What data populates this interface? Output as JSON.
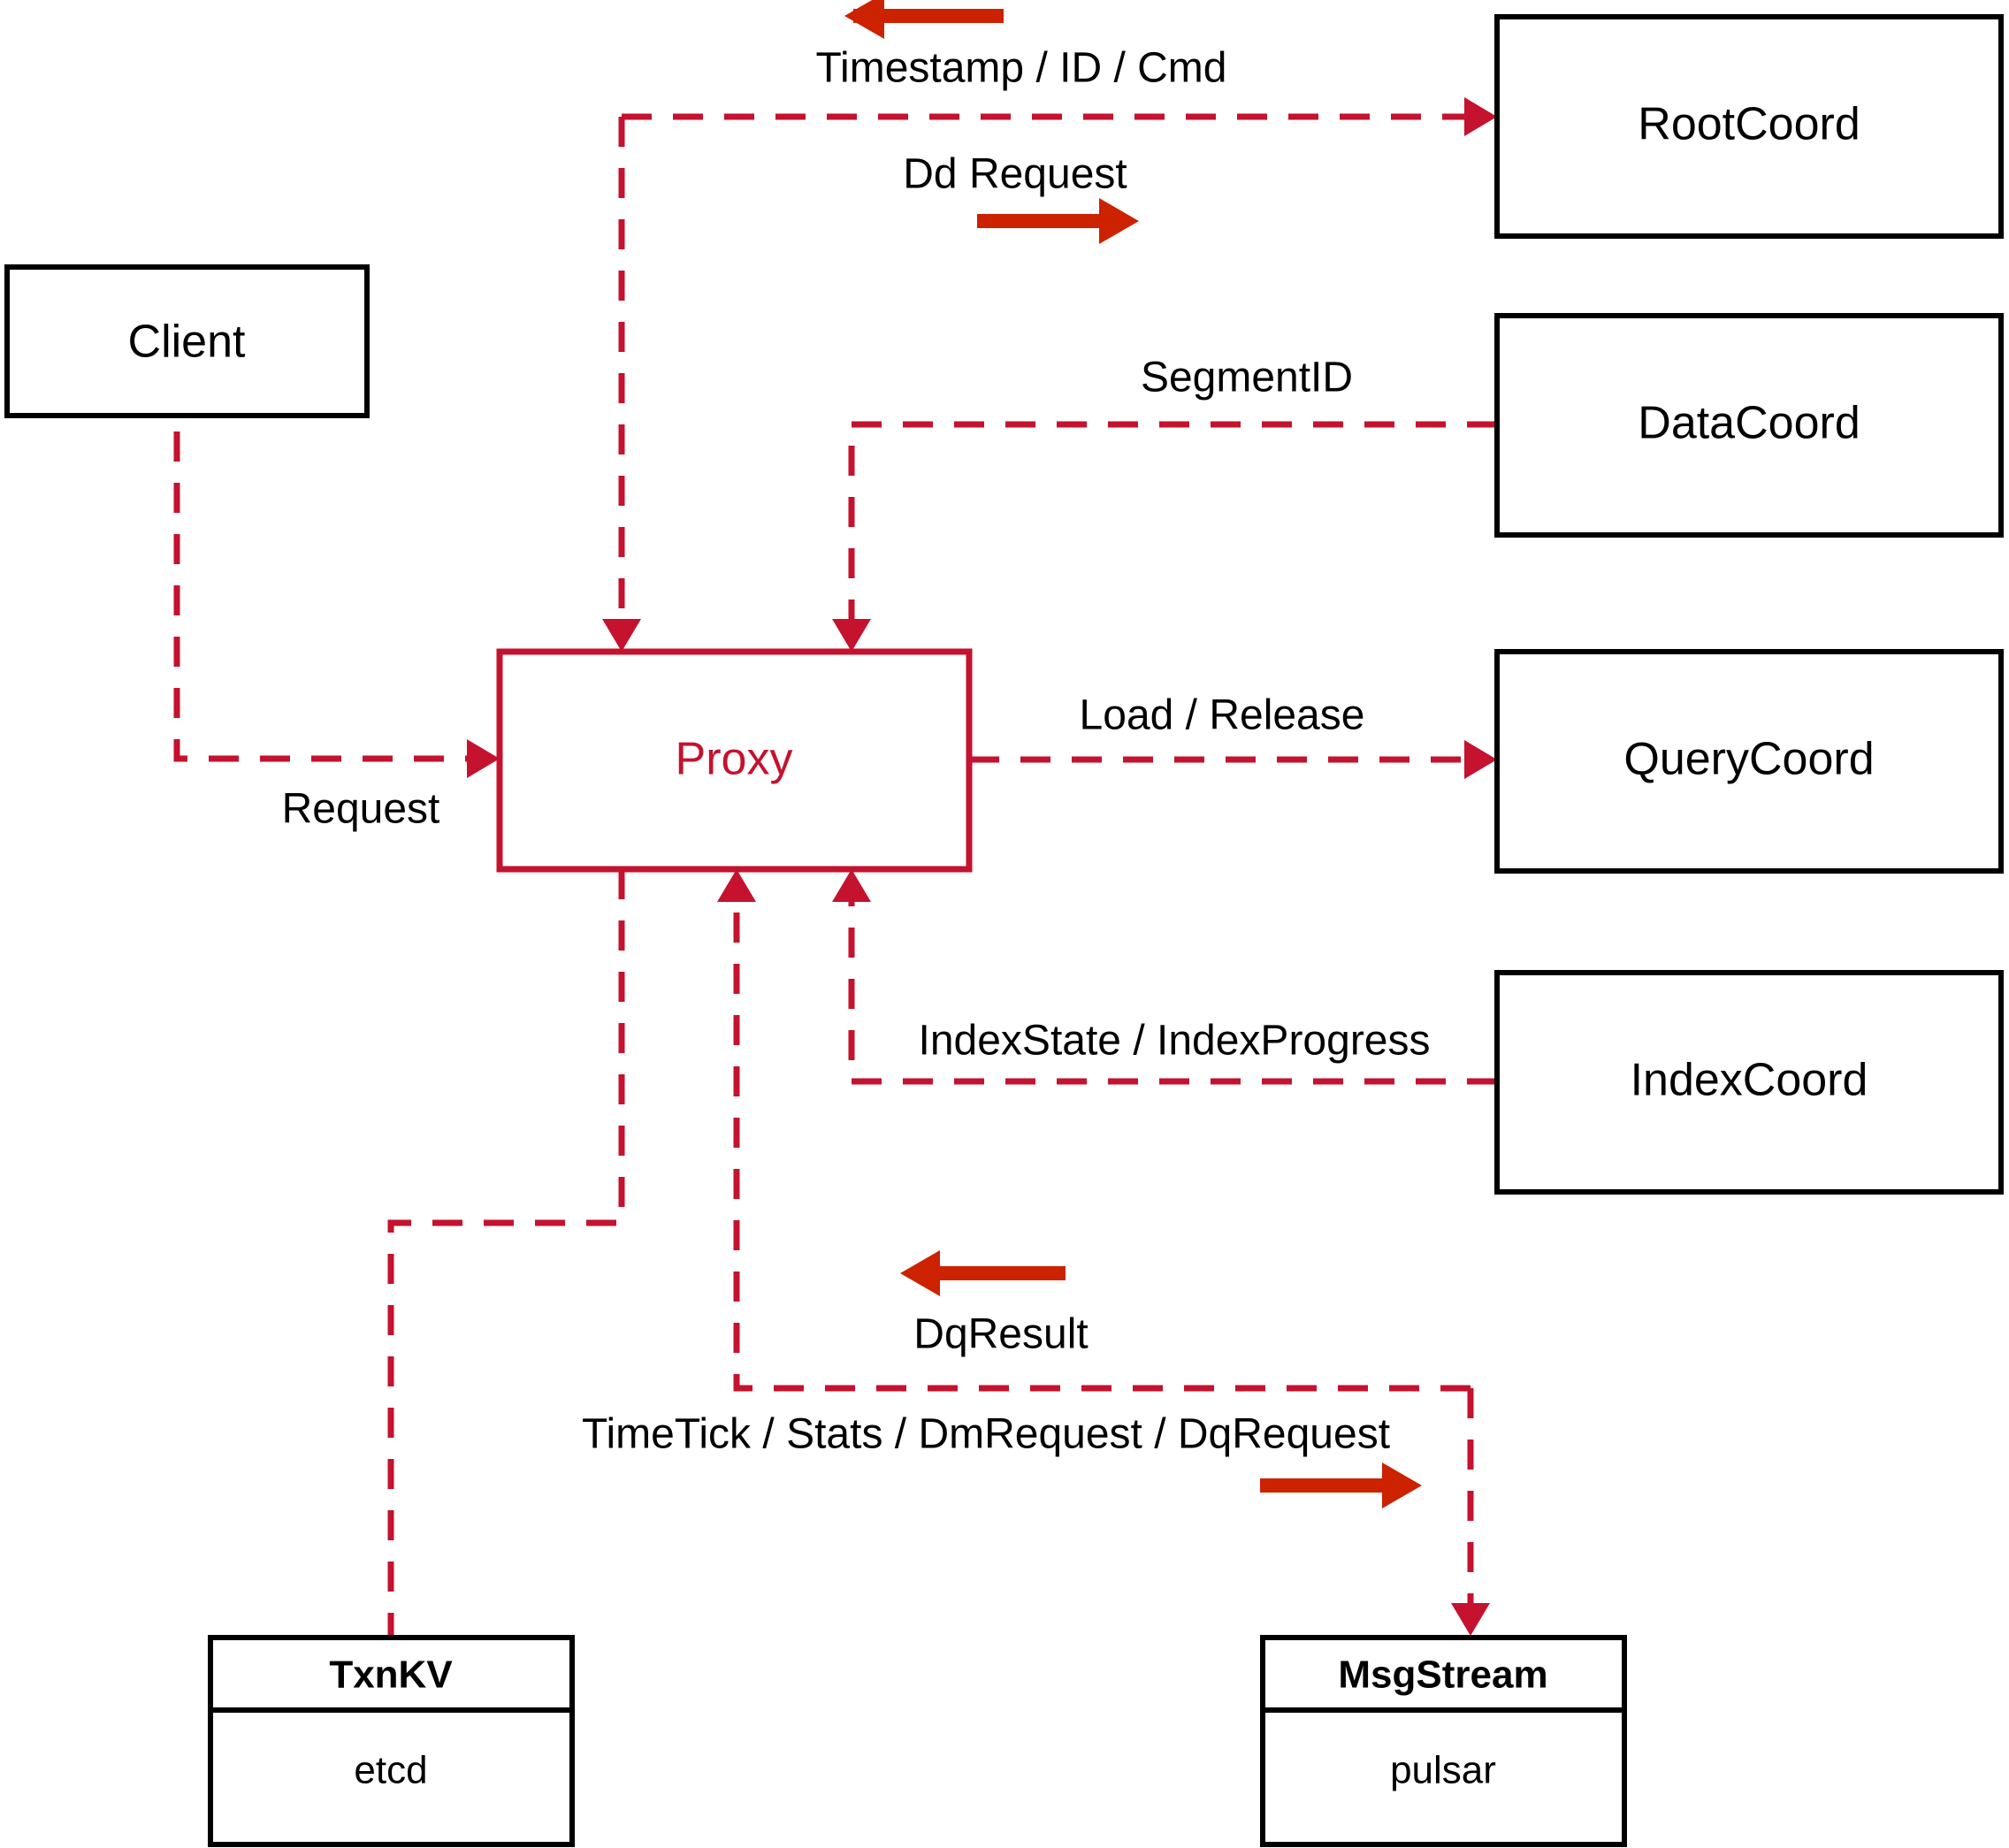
{
  "diagram": {
    "title": "Milvus Proxy interaction diagram",
    "colors": {
      "dashed_edge": "#c4122f",
      "proxy_box": "#c4122f",
      "node_box": "#000000",
      "direction_arrow": "#cc2200",
      "background": "#ffffff"
    },
    "nodes": [
      {
        "id": "client",
        "label": "Client",
        "style": "black"
      },
      {
        "id": "proxy",
        "label": "Proxy",
        "style": "red"
      },
      {
        "id": "rootcoord",
        "label": "RootCoord",
        "style": "black"
      },
      {
        "id": "datacoord",
        "label": "DataCoord",
        "style": "black"
      },
      {
        "id": "querycoord",
        "label": "QueryCoord",
        "style": "black"
      },
      {
        "id": "indexcoord",
        "label": "IndexCoord",
        "style": "black"
      },
      {
        "id": "txnkv",
        "label": "TxnKV",
        "sub": "etcd",
        "style": "black-two-row"
      },
      {
        "id": "msgstream",
        "label": "MsgStream",
        "sub": "pulsar",
        "style": "black-two-row"
      }
    ],
    "edges": [
      {
        "id": "client-proxy",
        "from": "client",
        "to": "proxy",
        "label": "Request"
      },
      {
        "id": "proxy-rootcoord",
        "from": "proxy",
        "to": "rootcoord",
        "label": "Dd Request"
      },
      {
        "id": "rootcoord-proxy",
        "from": "rootcoord",
        "to": "proxy",
        "label": "Timestamp / ID / Cmd"
      },
      {
        "id": "datacoord-proxy",
        "from": "datacoord",
        "to": "proxy",
        "label": "SegmentID"
      },
      {
        "id": "proxy-querycoord",
        "from": "proxy",
        "to": "querycoord",
        "label": "Load / Release"
      },
      {
        "id": "indexcoord-proxy",
        "from": "indexcoord",
        "to": "proxy",
        "label": "IndexState / IndexProgress"
      },
      {
        "id": "msgstream-proxy",
        "from": "msgstream",
        "to": "proxy",
        "label": "DqResult"
      },
      {
        "id": "proxy-msgstream",
        "from": "proxy",
        "to": "msgstream",
        "label": "TimeTick / Stats / DmRequest / DqRequest"
      },
      {
        "id": "proxy-txnkv",
        "from": "proxy",
        "to": "txnkv",
        "label": ""
      }
    ],
    "labels": {
      "client": "Client",
      "proxy": "Proxy",
      "rootcoord": "RootCoord",
      "datacoord": "DataCoord",
      "querycoord": "QueryCoord",
      "indexcoord": "IndexCoord",
      "txnkv_title": "TxnKV",
      "txnkv_sub": "etcd",
      "msgstream_title": "MsgStream",
      "msgstream_sub": "pulsar",
      "edge_request": "Request",
      "edge_dd_request": "Dd Request",
      "edge_timestamp_id_cmd": "Timestamp / ID / Cmd",
      "edge_segmentid": "SegmentID",
      "edge_load_release": "Load / Release",
      "edge_index_state_progress": "IndexState / IndexProgress",
      "edge_dqresult": "DqResult",
      "edge_timetick_stats": "TimeTick / Stats / DmRequest / DqRequest"
    }
  }
}
